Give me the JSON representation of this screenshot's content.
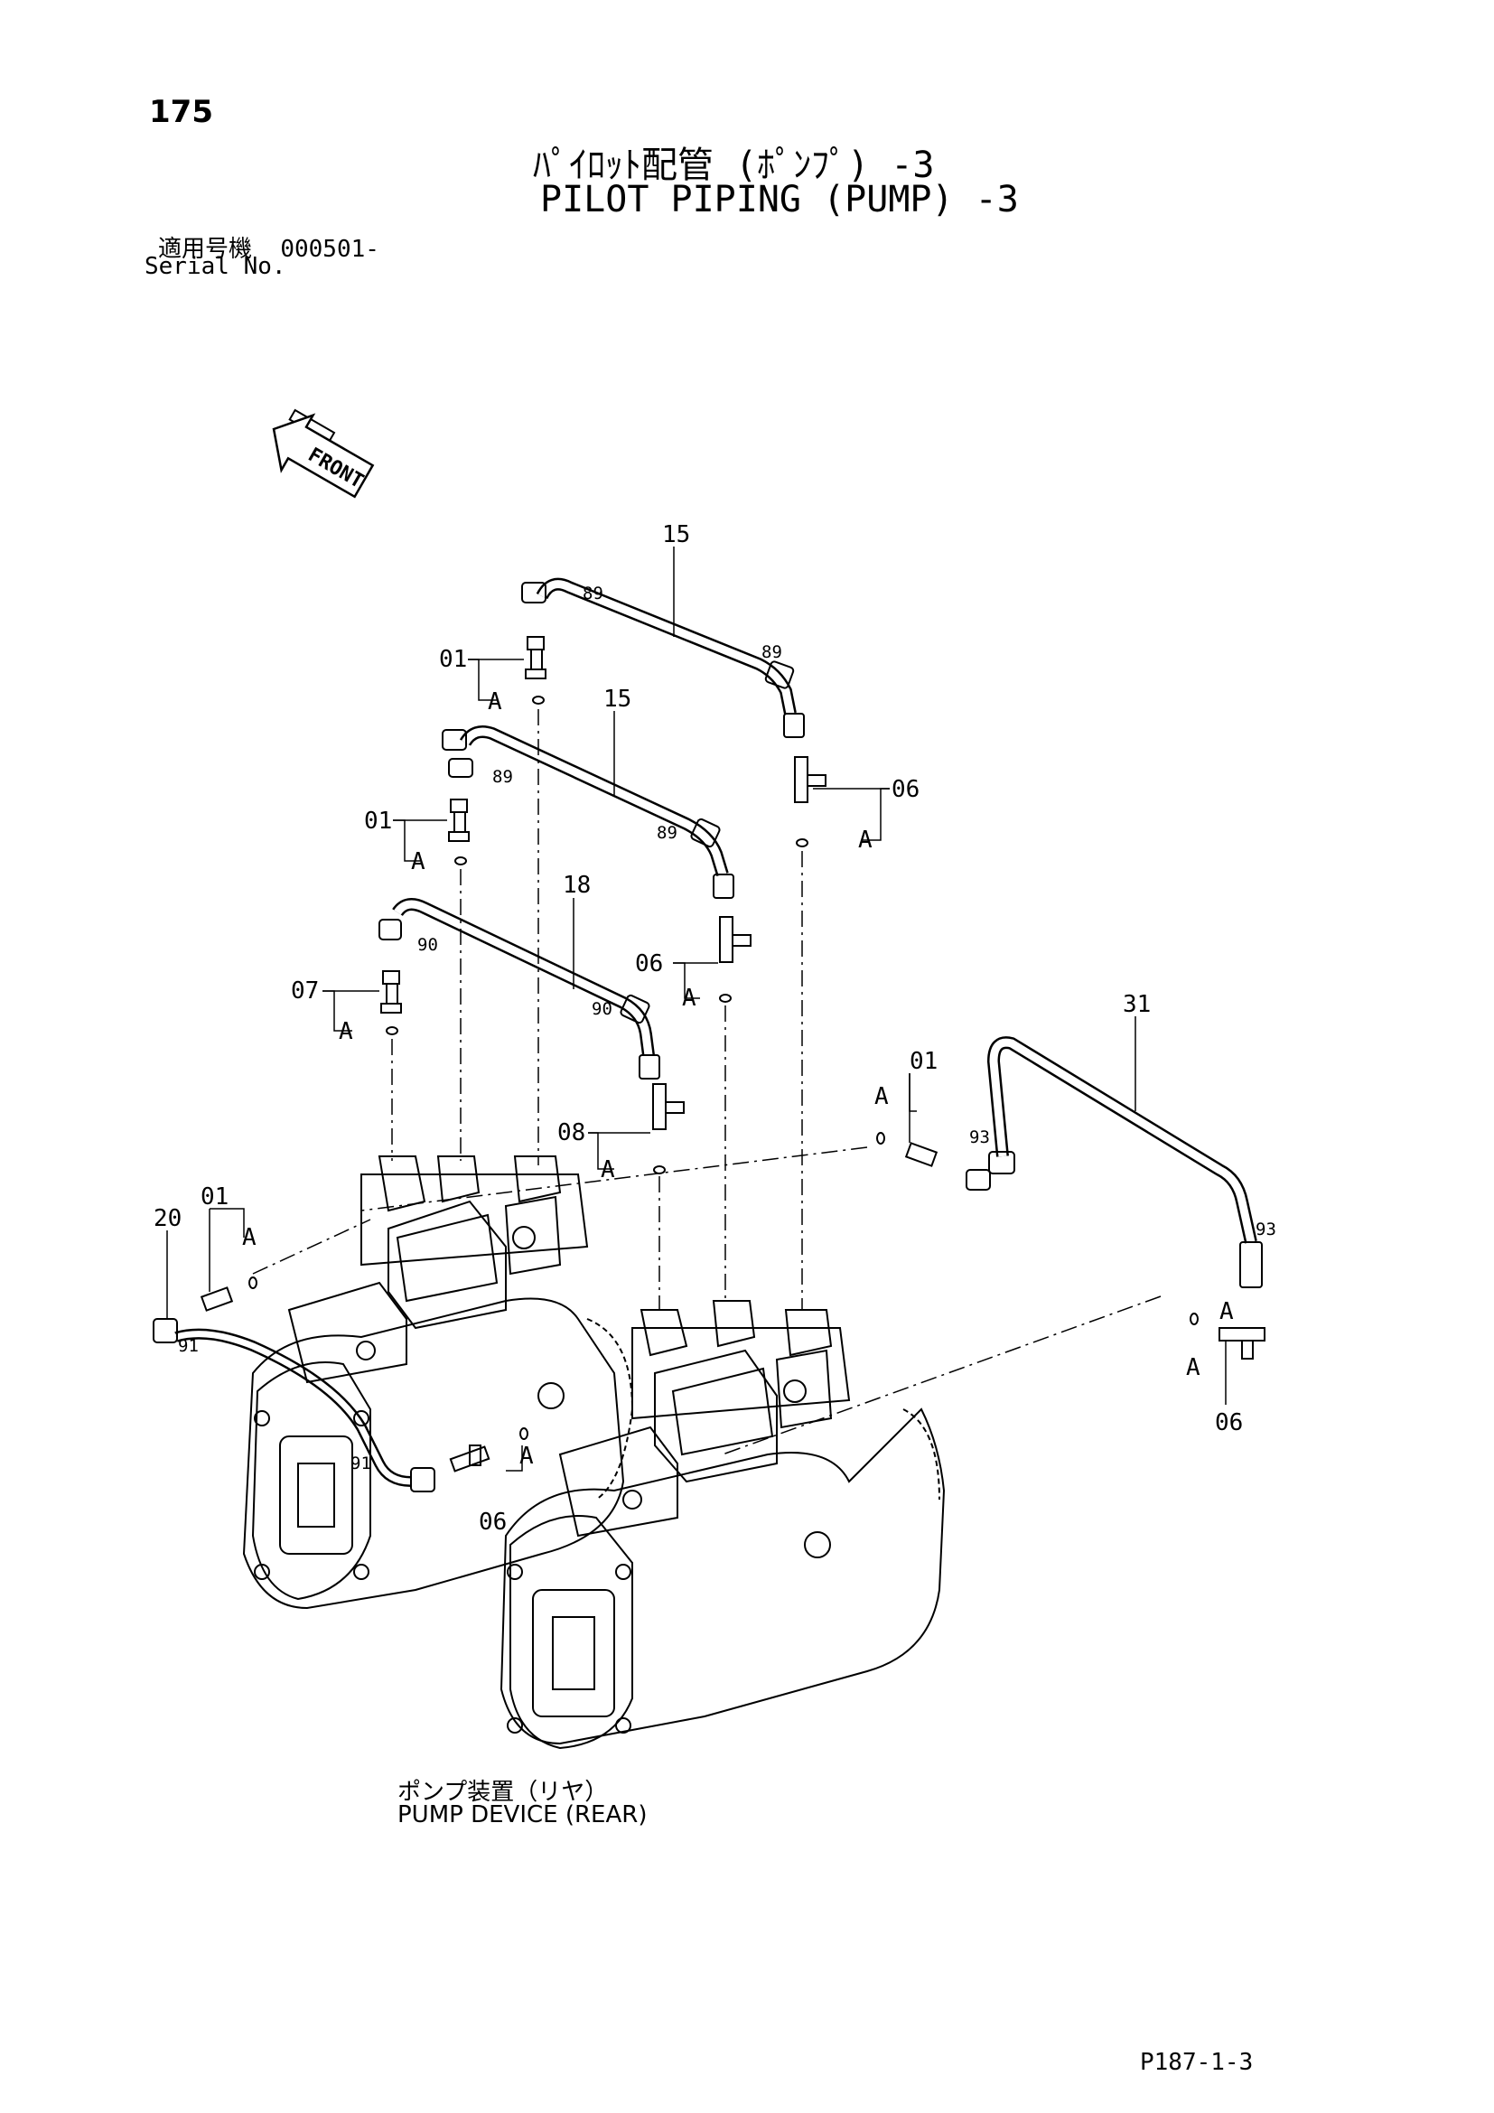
{
  "page_number": "175",
  "title_jp": "ﾊﾟｲﾛｯﾄ配管 (ﾎﾟﾝﾌﾟ) -3",
  "title_en": "PILOT PIPING (PUMP) -3",
  "serial_label_jp": "適用号機",
  "serial_range": "000501-",
  "serial_label_en": "Serial No.",
  "front_label": "FRONT",
  "caption_jp": "ポンプ装置（リヤ）",
  "caption_en": "PUMP DEVICE (REAR)",
  "page_ref": "P187-1-3",
  "callouts": {
    "c15a": "15",
    "c15b": "15",
    "c18": "18",
    "c31": "31",
    "c01a": "01",
    "c01b": "01",
    "c01c": "01",
    "c01d": "01",
    "c06a": "06",
    "c06b": "06",
    "c06c": "06",
    "c06d": "06",
    "c07": "07",
    "c08": "08",
    "c20": "20",
    "a1": "A",
    "a2": "A",
    "a3": "A",
    "a4": "A",
    "a5": "A",
    "a6": "A",
    "a7": "A",
    "a8": "A",
    "a9": "A",
    "a10": "A",
    "a11": "A"
  },
  "sub_labels": {
    "s89a": "89",
    "s89b": "89",
    "s89c": "89",
    "s89d": "89",
    "s90a": "90",
    "s90b": "90",
    "s91a": "91",
    "s91b": "91",
    "s93a": "93",
    "s93b": "93"
  }
}
